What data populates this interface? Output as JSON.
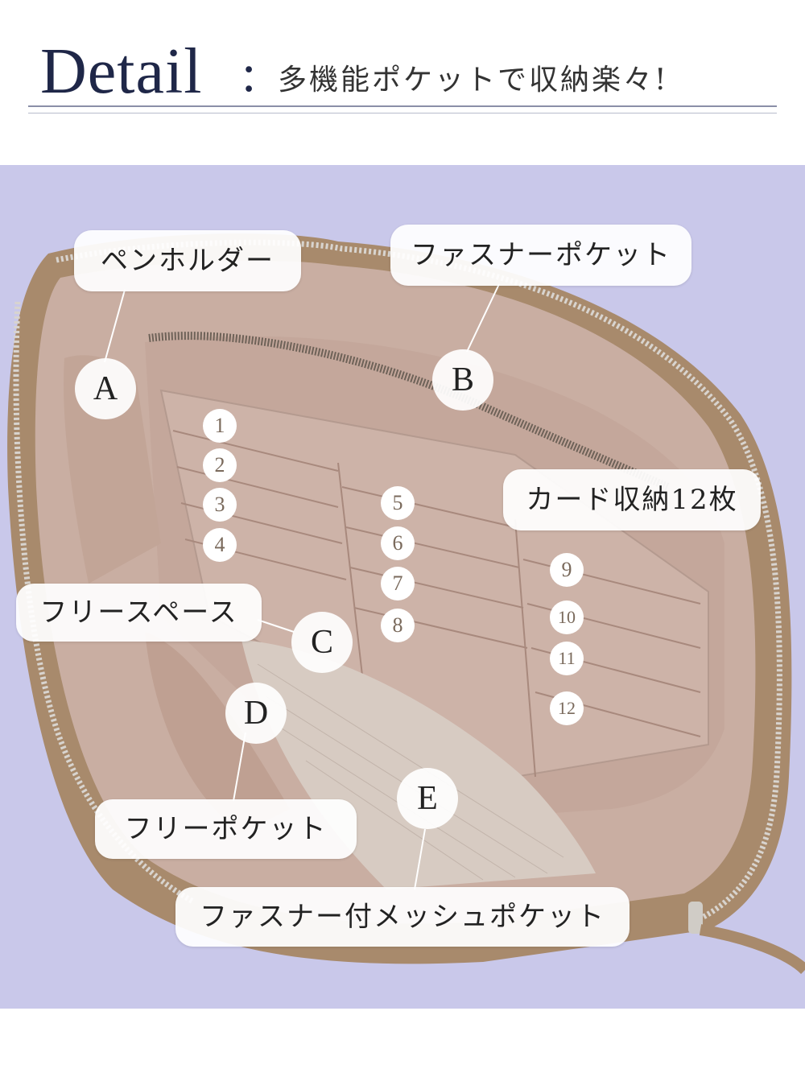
{
  "header": {
    "title": "Detail",
    "colon": ":",
    "subtitle": "多機能ポケットで収納楽々!"
  },
  "labels": {
    "pen_holder": "ペンホルダー",
    "zipper_pocket": "ファスナーポケット",
    "card_storage": "カード収納12枚",
    "free_space": "フリースペース",
    "free_pocket": "フリーポケット",
    "zip_mesh_pocket": "ファスナー付メッシュポケット"
  },
  "markers": {
    "a": "A",
    "b": "B",
    "c": "C",
    "d": "D",
    "e": "E"
  },
  "card_numbers": [
    "1",
    "2",
    "3",
    "4",
    "5",
    "6",
    "7",
    "8",
    "9",
    "10",
    "11",
    "12"
  ],
  "colors": {
    "background": "#c9c8ea",
    "title": "#1f2748",
    "pouch_outer": "#a88a6c",
    "pouch_lining": "#c9aea2"
  }
}
